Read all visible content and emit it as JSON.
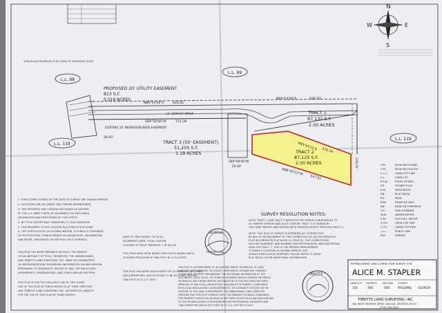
{
  "sheet": {
    "annotations": {
      "clerk_note": "THIS BLOCK RESERVED FOR CLERK OF SUPERIOR COURT",
      "ll98": "L.L. 98",
      "ll99": "L.L. 99",
      "ll119a": "L.L. 119",
      "ll119b": "L.L. 119",
      "utility_easement": "PROPOSED 20' UTILITY EASEMENT",
      "utility_area": "813 S.F.",
      "utility_acres": "0.019 ACRES",
      "brg_utility": "N89°54'06\"E",
      "dist_utility": "810.65'",
      "brg_top_right": "N89°54'06\"E",
      "dist_top_right": "508.35'",
      "road_label": "12' ASPHALT DRIVE",
      "brg_s89": "S89°58'06\"W",
      "dist_s89": "711.28'",
      "ingress_easement": "EXISTING 20' INGRESS/EGRESS EASEMENT",
      "dist_bottom_left": "58.92'",
      "tract3_name": "TRACT 3 (50' EASEMENT)",
      "tract3_sf": "51,205 S.F.",
      "tract3_acres": "1.18 ACRES",
      "tract1_name": "TRACT 1",
      "tract1_sf": "87,132 S.F.",
      "tract1_acres": "2.00 ACRES",
      "tract2_name": "TRACT 2",
      "tract2_sf": "87,125 S.F.",
      "tract2_acres": "2.00 ACRES",
      "brg_t2_top": "N89°43'25\"E",
      "dist_t2_top": "379.74'",
      "brg_t2_bottom": "N89°43'15\"W",
      "dist_t2_bottom": "537.51'",
      "dist_t2_right": "230.31'",
      "brg_left": "S89°58'06\"W",
      "dist_left": "50.00'",
      "survey_notes_title": "SURVEY RESOLUTION NOTES:",
      "georgia_seal": "GEORGIA",
      "professional_seal": "PROFESSIONAL",
      "tibbitts_seal": "TIBBITTS",
      "retracement_title": "RETRACEMENT AND CORRECTIVE SURVEY FOR",
      "owner_name": "ALICE M. STAPLER",
      "company_name": "TIBBITTS LAND SURVEYING, INC.",
      "company_address": "382 WEST MONROE DRIVE, DALLAS, GEORGIA 30132",
      "company_phone": "(770) 443-1021",
      "col_land_lot": "LAND LOT",
      "col_district": "DISTRICT",
      "col_section": "SECTION",
      "col_county": "COUNTY",
      "val_ll": "118",
      "val_dist": "3RD",
      "val_sec": "3RD",
      "val_county": "PAULDING",
      "val_state": "GEORGIA"
    },
    "survey_note_lines": [
      "NOTE: TRACT 1 AND TRACT 3 ARE BOTH FEE SIMPLE CONVEYANCES TO",
      "J.R. MARTIN STAPLER AND ALICE STAPLER. TRACT 2 IS OWNED BY",
      "THE SAME PARTIES AND SERVED WITH INGRESS RIGHTS THROUGH TRACT 3.",
      "",
      "NOTE: THIS PLAT OF SURVEY IS INTENDED AS \"CORRECTIVE\"",
      "BY WAY OF RETRACEMENT OF THE CORRECTIVE AS LIN THE PREVIOUS",
      "PLAT RECORDED IN PLAT BOOK 14, PAGE 81. THE CORRECTIONS",
      "INCLUDE EASEMENT AND BEARING DESCRIPTION DATA, AND ADDITIONAL",
      "DATA FOR TRACT 1. THIS IS THE PROPER IMPROVEMENT",
      "TO PARCEL LOCATION AS SHOWN HEREON FOR",
      "SURVEY RESOLUTION PURPOSES. PLEASE REFER TO DEED",
      "PLAT BOOK 14 FOR ADDITIONAL INFORMATION."
    ],
    "legend": {
      "header": "LEGEND",
      "items": [
        [
          "I.P.F.",
          "IRON PIN FOUND"
        ],
        [
          "I.P.S.",
          "IRON PIN PLACED"
        ],
        [
          "L.L.L.",
          "LAND LOT LINE"
        ],
        [
          "L.L.",
          "LAND LOT"
        ],
        [
          "P.O.B.",
          "POINT OF BEG."
        ],
        [
          "P.P.",
          "POWER POLE"
        ],
        [
          "D.B.",
          "DEED BOOK"
        ],
        [
          "P.B.",
          "PLAT BOOK"
        ],
        [
          "PG.",
          "PAGE"
        ],
        [
          "R/W",
          "RIGHT-OF-WAY"
        ],
        [
          "N/F",
          "NOW OR FORMERLY"
        ],
        [
          "F.H.",
          "FIRE HYDRANT"
        ],
        [
          "W.M.",
          "WATER METER"
        ],
        [
          "E.M.",
          "ELECTRIC METER"
        ],
        [
          "O.T.P.",
          "OPEN TOP PIPE"
        ],
        [
          "C.T.P.",
          "CRIMP TOP PIPE"
        ],
        [
          "—x—",
          "FENCE LINE"
        ],
        [
          "SVC",
          "SERVER"
        ]
      ]
    },
    "left_notes": [
      "1. STRUCTURES VISIBLE ON THE DATE OF SURVEY ARE SHOWN HEREON.",
      "2. LOCATIONS ARE ACCURATE ONLY WHERE DIMENSIONED.",
      "3. THIS PROPERTY MAY CONTAIN WETLANDS AS DEFINED",
      "   BY THE U.S. ARMY CORPS OF ENGINEERS; NO WETLANDS",
      "   DELINEATION WAS PERFORMED BY THIS OFFICE.",
      "4. NO TITLE REPORT WAS FURNISHED TO THIS SURVEYOR.",
      "5. THIS PROPERTY IS NOT LOCATED IN A FEMA FLOOD ZONE.",
      "6. THE CERTIFICATION, AS SHOWN HEREON, IS PURELY A STATEMENT",
      "   OF PROFESSIONAL OPINION BASED ON KNOWLEDGE, INFORMATION",
      "   AND BELIEF, AND BASED ON EXISTING FIELD EVIDENCE."
    ],
    "bottom_left_notes": [
      "THIS PLAT HAS BEEN PREPARED WITHOUT THE BENEFIT",
      "OF AN ABSTRACT OF TITLE; THEREFORE, THE UNDERSIGNED",
      "AND TIBBITTS LAND SURVEYING, INC. MAKE NO GUARANTEES",
      "OR REPRESENTATIONS REGARDING INFORMATION SHOWN HEREON",
      "PERTAINING TO EASEMENTS, RIGHTS OF WAY, SET BACK LINES,",
      "AGREEMENTS, RESERVATIONS, AND OTHER SIMILAR MATTERS."
    ],
    "bottom_left_notes2": [
      "THIS PLAT IS FOR THE EXCLUSIVE USE OF THE CLIENT.",
      "USE OF THIS PLAT BY THIRD PARTIES IS AT THEIR OWN RISK",
      "AND TIBBITTS LAND SURVEYING, INC. ASSUMES NO LIABILITY",
      "FOR THE USE OF THIS PLAT BY THIRD PARTIES."
    ],
    "field_notes": [
      "DATE OF FIELD WORK: 09-26-18",
      "EQUIPMENT USED: TOTAL STATION",
      "CLOSURE OF FIELD TRAVERSE: 1 IN 40,000",
      "THE FIELD DATA UPON WHICH THIS PLAT IS BASED HAS A",
      "CLOSURE PRECISION OF ONE FOOT IN 21,224 FEET.",
      "THIS PLAT HAS BEEN CALCULATED FOR CLOSURE BY LATITUDES",
      "AND DEPARTURES AND IS FOUND TO BE ACCURATE WITHIN",
      "ONE FOOT IN 22,117 FEET."
    ],
    "deed_notes": [
      "THIS PLAT IS A RETRACEMENT OF AN EXISTING PARCEL OR PARCELS OF LAND",
      "AND DOES NOT SUBDIVIDE OR CREATE A NEW PARCEL OR MAKE ANY CHANGES",
      "TO ANY REAL PROPERTY BOUNDARIES. THE RECORDING INFORMATION OF THE",
      "DOCUMENTS, MAPS, PLATS, OR OTHER INSTRUMENTS WHICH CREATED THE PARCEL",
      "OR PARCELS ARE STATED HEREON. RECORDATION OF THIS PLAT DOES NOT IMPLY",
      "APPROVAL OF ANY LOCAL JURISDICTION, AVAILABILITY OF PERMITS, COMPLIANCE",
      "WITH LOCAL REGULATIONS OR REQUIREMENTS, OR SUITABILITY FOR ANY USE OR",
      "PURPOSE OF THE LAND. FURTHERMORE, THE UNDERSIGNED LAND SURVEYOR",
      "CERTIFIES THAT THIS PLAT COMPLIES WITH THE MINIMUM TECHNICAL STANDARDS",
      "FOR PROPERTY SURVEYS IN GEORGIA AS SET FORTH IN THE RULES AND REGULATIONS",
      "OF THE GEORGIA BOARD OF REGISTRATION FOR PROFESSIONAL ENGINEERS AND",
      "LAND SURVEYORS AND AS SET FORTH IN O.C.G.A. SECTION 15-6-67."
    ]
  }
}
